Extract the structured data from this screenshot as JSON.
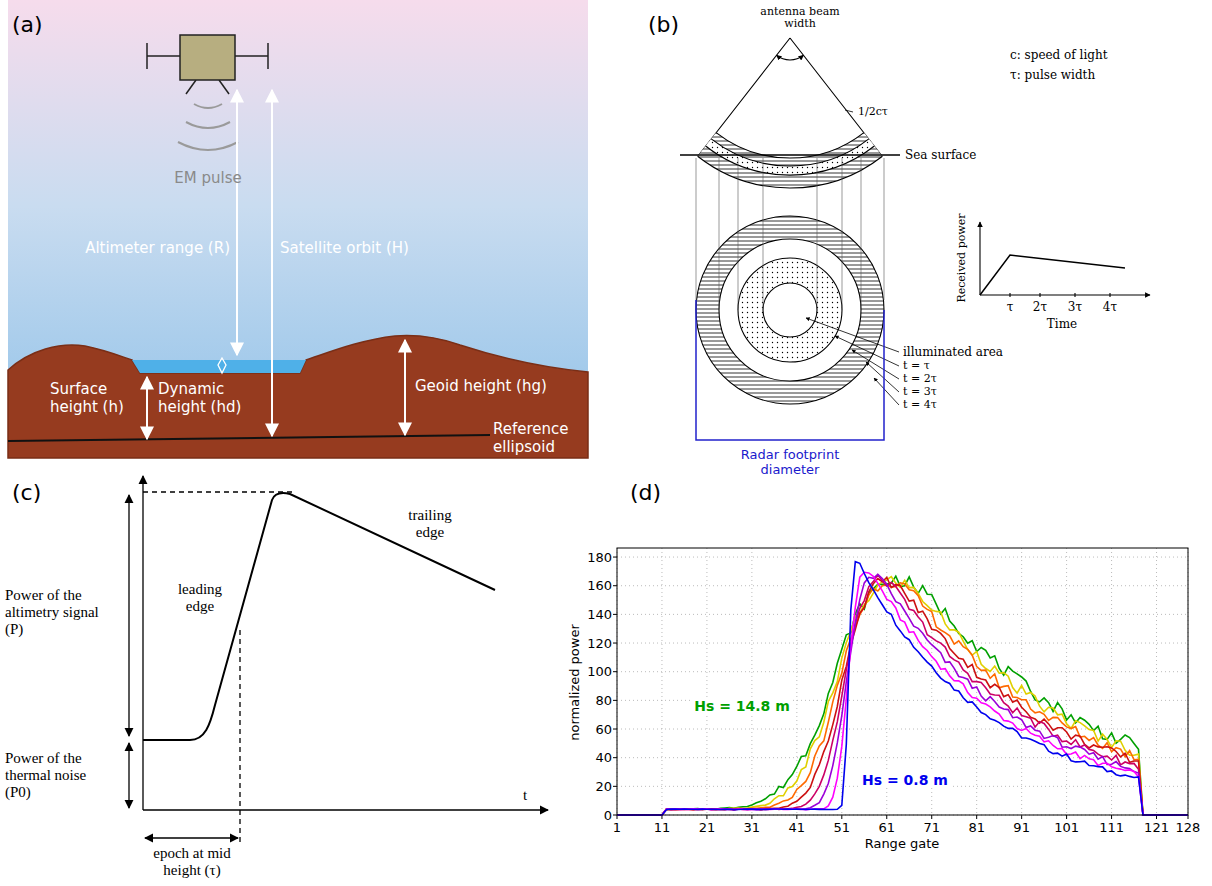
{
  "diagram": {
    "labels": [
      "(a)",
      "EM pulse",
      "Altimeter range (R)",
      "Satellite orbit (H)",
      "Surface height (h)",
      "Dynamic height (hd)",
      "Geoid height (hg)",
      "Reference ellipsoid",
      "(b)",
      "antenna beam width",
      "1/2cτ",
      "c: speed of light",
      "τ: pulse width",
      "Sea surface",
      "Received power",
      "τ",
      "2τ",
      "3τ",
      "4τ",
      "Time",
      "illuminated area",
      "t = τ",
      "t = 2τ",
      "t = 3τ",
      "t = 4τ",
      "Radar footprint diameter",
      "(c)",
      "Power of the altimetry signal (P)",
      "leading edge",
      "trailing edge",
      "Power of the thermal noise (P0)",
      "t",
      "epoch at mid height (τ)",
      "(d)",
      "0",
      "20",
      "40",
      "60",
      "80",
      "100",
      "120",
      "140",
      "160",
      "180",
      "normalized power",
      "1",
      "11",
      "21",
      "31",
      "41",
      "51",
      "61",
      "71",
      "81",
      "91",
      "101",
      "111",
      "121",
      "128",
      "Range gate",
      "Hs = 14.8 m",
      "Hs = 0.8 m"
    ]
  }
}
